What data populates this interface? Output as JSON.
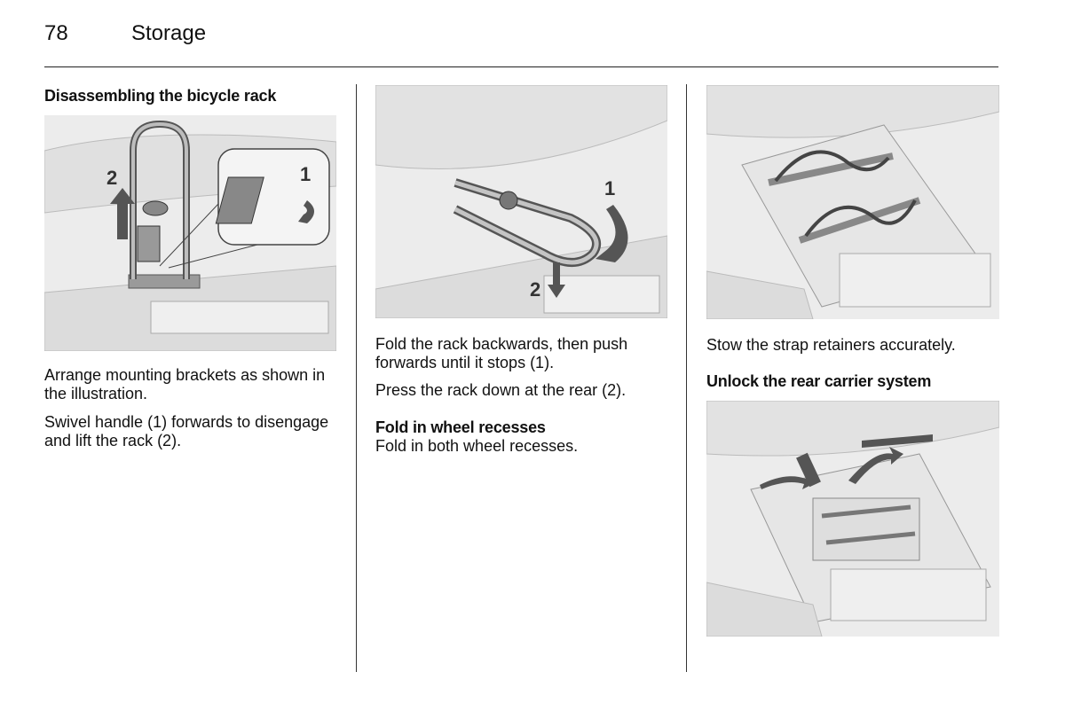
{
  "header": {
    "page_number": "78",
    "section_title": "Storage"
  },
  "column1": {
    "heading": "Disassembling the bicycle rack",
    "figure_callouts": [
      "2",
      "1"
    ],
    "para1": "Arrange mounting brackets as shown in the illustration.",
    "para2": "Swivel handle (1) forwards to disengage and lift the rack (2)."
  },
  "column2": {
    "figure_callouts": [
      "1",
      "2"
    ],
    "para1": "Fold the rack backwards, then push forwards until it stops (1).",
    "para2": "Press the rack down at the rear (2).",
    "subheading": "Fold in wheel recesses",
    "para3": "Fold in both wheel recesses."
  },
  "column3": {
    "para1": "Stow the strap retainers accurately.",
    "subheading": "Unlock the rear carrier system"
  }
}
